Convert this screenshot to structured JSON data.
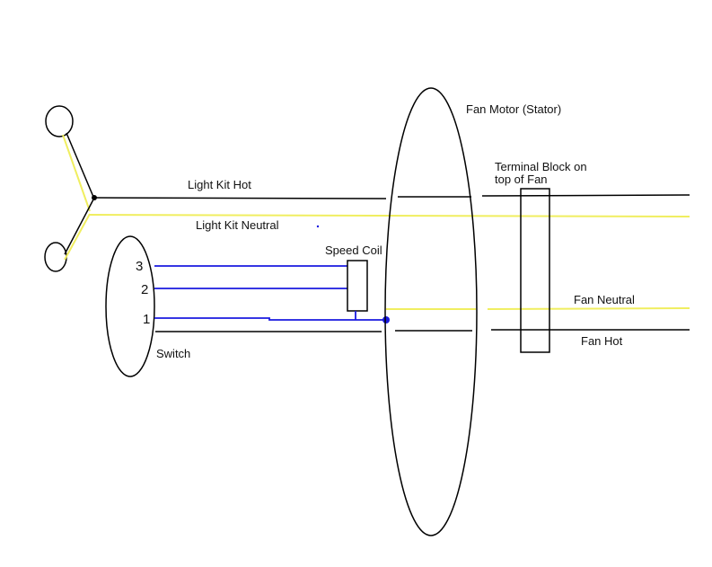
{
  "labels": {
    "fan_motor": "Fan Motor (Stator)",
    "terminal_block_line1": "Terminal Block on",
    "terminal_block_line2": "top of Fan",
    "light_kit_hot": "Light Kit Hot",
    "light_kit_neutral": "Light Kit Neutral",
    "speed_coil": "Speed Coil",
    "fan_neutral": "Fan Neutral",
    "fan_hot": "Fan Hot",
    "switch": "Switch"
  },
  "switch_positions": [
    "3",
    "2",
    "1"
  ],
  "colors": {
    "hot_wire": "#000000",
    "neutral_wire": "#f0ee60",
    "switch_wire": "#1a1adf",
    "outline": "#000000"
  }
}
